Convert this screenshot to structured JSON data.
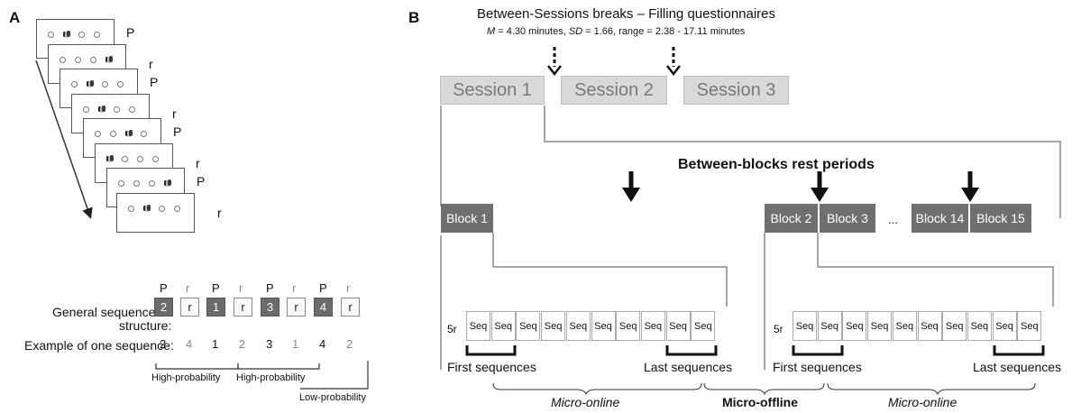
{
  "panel_a": {
    "label": "A",
    "screen_labels": [
      "P",
      "r",
      "P",
      "r",
      "P",
      "r",
      "P",
      "r"
    ],
    "structure_label_1": "General sequence",
    "structure_label_2": "structure:",
    "example_label": "Example of one sequence:",
    "top_labels": [
      "P",
      "r",
      "P",
      "r",
      "P",
      "r",
      "P",
      "r"
    ],
    "boxes": [
      "2",
      "r",
      "1",
      "r",
      "3",
      "r",
      "4",
      "r"
    ],
    "example_values": [
      "2",
      "4",
      "1",
      "2",
      "3",
      "1",
      "4",
      "2"
    ],
    "high_prob_1": "High-probability",
    "high_prob_2": "High-probability",
    "low_prob": "Low-probability"
  },
  "panel_b": {
    "label": "B",
    "breaks_title": "Between-Sessions breaks – Filling questionnaires",
    "breaks_stats_m": "M",
    "breaks_stats_m_val": " = 4.30 minutes, ",
    "breaks_stats_sd": "SD",
    "breaks_stats_rest": " = 1.66, range = 2.38  - 17.11 minutes",
    "sessions": [
      "Session 1",
      "Session 2",
      "Session 3"
    ],
    "rest_title": "Between-blocks rest periods",
    "block_1": "Block 1",
    "blocks_right": [
      "Block 2",
      "Block 3",
      "Block 14",
      "Block 15"
    ],
    "ellipsis": "...",
    "row_prefix": "5r",
    "seq_cell": "Seq",
    "first_sequences": "First sequences",
    "last_sequences": "Last sequences",
    "micro_online": "Micro-online",
    "micro_offline": "Micro-offline"
  },
  "colors": {
    "dark_box": "#6b6b6b",
    "session_fill": "#d9d9d9",
    "block_fill": "#6f6f6f"
  }
}
